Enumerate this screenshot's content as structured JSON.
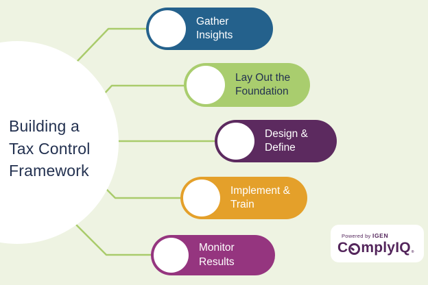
{
  "background_color": "#eef3e2",
  "title": {
    "lines": [
      "Building a",
      "Tax Control",
      "Framework"
    ],
    "color": "#233150"
  },
  "connector_color": "#a9cb6b",
  "steps": [
    {
      "label_lines": [
        "Gather",
        "Insights"
      ],
      "color": "#24618c",
      "text_color": "#ffffff"
    },
    {
      "label_lines": [
        "Lay Out the",
        "Foundation"
      ],
      "color": "#a9cd6e",
      "text_color": "#233150"
    },
    {
      "label_lines": [
        "Design &",
        "Define"
      ],
      "color": "#5c2a5f",
      "text_color": "#ffffff"
    },
    {
      "label_lines": [
        "Implement &",
        "Train"
      ],
      "color": "#e4a02a",
      "text_color": "#ffffff"
    },
    {
      "label_lines": [
        "Monitor",
        "Results"
      ],
      "color": "#95357f",
      "text_color": "#ffffff"
    }
  ],
  "logo": {
    "powered_by": "Powered by",
    "brand_small": "IGEN",
    "brand_prefix": "C",
    "brand_mid": "mply",
    "brand_suffix": "IQ",
    "reg_mark": "®",
    "color": "#53255b"
  }
}
